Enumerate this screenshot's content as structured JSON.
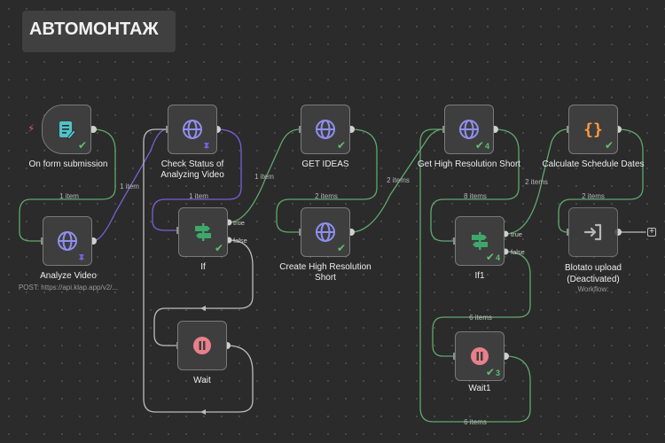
{
  "workflow": {
    "title": "АВТОМОНТАЖ"
  },
  "colors": {
    "edge": "#5fa86c",
    "edge_selected": "#7a5fd6",
    "accent_red": "#e05252",
    "check_green": "#5fbf72",
    "icon_purple": "#8f8ff0",
    "if_green": "#3fa76b",
    "wait_pink": "#e8808a",
    "code_orange": "#ff9b3d"
  },
  "nodes": {
    "form": {
      "title": "On form submission",
      "icon": "form-icon"
    },
    "analyze": {
      "title": "Analyze Video",
      "subtitle": "POST: https://api.klap.app/v2/...",
      "icon": "globe-icon"
    },
    "check": {
      "title": "Check Status of\nAnalyzing Video",
      "icon": "globe-icon"
    },
    "if": {
      "title": "If",
      "icon": "if-icon",
      "true_label": "true",
      "false_label": "false"
    },
    "wait": {
      "title": "Wait",
      "icon": "pause-icon"
    },
    "ideas": {
      "title": "GET IDEAS",
      "icon": "globe-icon"
    },
    "create": {
      "title": "Create High Resolution\nShort",
      "icon": "globe-icon"
    },
    "gethigh": {
      "title": "Get High Resolution Short",
      "icon": "globe-icon",
      "count": "4"
    },
    "if1": {
      "title": "If1",
      "icon": "if-icon",
      "count": "4",
      "true_label": "true",
      "false_label": "false"
    },
    "wait1": {
      "title": "Wait1",
      "icon": "pause-icon",
      "count": "3"
    },
    "calc": {
      "title": "Calculate Schedule Dates",
      "icon": "braces-icon"
    },
    "blotato": {
      "title": "Blotato upload\n(Deactivated)",
      "subtitle": "Workflow:",
      "icon": "upload-icon"
    }
  },
  "edges": {
    "form_analyze": "1 item",
    "analyze_check": "1 item",
    "check_if": "1 item",
    "if_ideas": "1 item",
    "ideas_create": "2 items",
    "create_gethigh": "2 items",
    "gethigh_if1": "8 items",
    "if1_calc": "2 items",
    "calc_blotato": "2 items",
    "if1_wait1": "6 items",
    "wait1_gethigh": "6 items"
  }
}
